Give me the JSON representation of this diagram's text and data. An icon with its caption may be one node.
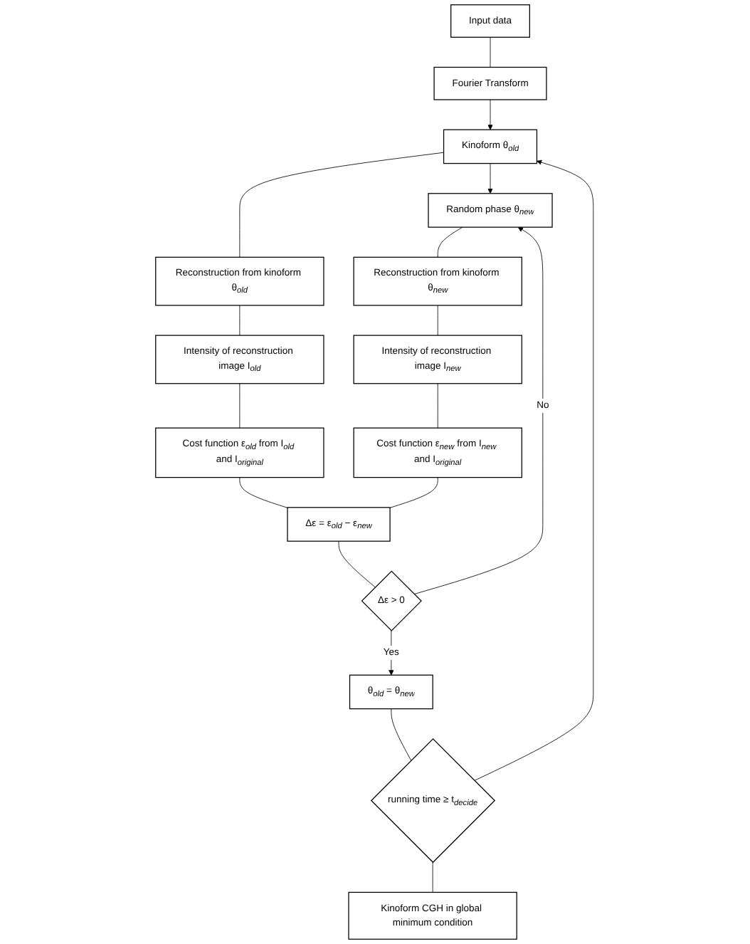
{
  "diagram": {
    "nodes": [
      {
        "text": [
          "Input data"
        ]
      },
      {
        "text": [
          "Fourier Transform"
        ]
      },
      {
        "text": [
          "Kinoform θ$_{old}$"
        ]
      },
      {
        "text": [
          "Random phase θ$_{new}$"
        ]
      },
      {
        "text": [
          "Reconstruction from kinoform θ$_{old}$"
        ]
      },
      {
        "text": [
          "Intensity of reconstruction image I$_{old}$"
        ]
      },
      {
        "text": [
          "Cost function ε$_{old}$ from I$_{old}$ and I$_{original}$"
        ]
      },
      {
        "text": [
          "Reconstruction from kinoform θ$_{new}$"
        ]
      },
      {
        "text": [
          "Intensity of reconstruction image I$_{new}$"
        ]
      },
      {
        "text": [
          "Cost function ε$_{new}$ from I$_{new}$ and I$_{original}$"
        ]
      },
      {
        "text": [
          "Δε = ε$_{old}$ − ε$_{new}$"
        ]
      },
      {
        "text": [
          "Δε > 0"
        ]
      },
      {
        "text": [
          "θ$_{old}$ = θ$_{new}$"
        ]
      },
      {
        "text": [
          "running time ≥ t$_{decide}$"
        ]
      },
      {
        "text": [
          "Kinoform CGH in global minimum condition"
        ]
      }
    ],
    "edges": [
      {
        "from": 0,
        "to": 1,
        "arrow": "none"
      },
      {
        "from": 1,
        "to": 2,
        "arrow": "to"
      },
      {
        "from": 2,
        "to": 3,
        "arrow": "to"
      },
      {
        "from": 2,
        "to": 4,
        "arrow": "none"
      },
      {
        "from": 4,
        "to": 5,
        "arrow": "none"
      },
      {
        "from": 5,
        "to": 6,
        "arrow": "none"
      },
      {
        "from": 3,
        "to": 7,
        "arrow": "none"
      },
      {
        "from": 7,
        "to": 8,
        "arrow": "none"
      },
      {
        "from": 8,
        "to": 9,
        "arrow": "none"
      },
      {
        "from": 6,
        "to": 10,
        "arrow": "none"
      },
      {
        "from": 9,
        "to": 10,
        "arrow": "none"
      },
      {
        "from": 10,
        "to": 11,
        "arrow": "none"
      },
      {
        "from": 11,
        "to": 12,
        "label": "Yes",
        "arrow": "to"
      },
      {
        "from": 11,
        "to": 3,
        "label": "No",
        "arrow": "to"
      },
      {
        "from": 12,
        "to": 13,
        "arrow": "none"
      },
      {
        "from": 13,
        "to": 2,
        "arrow": "to"
      },
      {
        "from": 13,
        "to": 14,
        "arrow": "none"
      }
    ]
  }
}
